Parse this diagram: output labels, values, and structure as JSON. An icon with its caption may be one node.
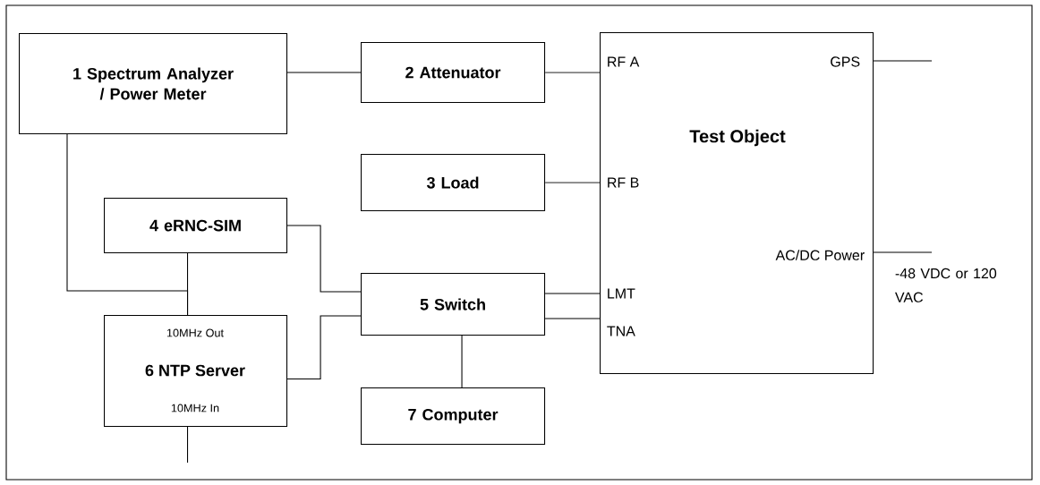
{
  "diagram": {
    "nodes": [
      {
        "text": [
          "1 Spectrum Analyzer / Power Meter"
        ]
      },
      {
        "text": [
          "2 Attenuator"
        ]
      },
      {
        "text": [
          "3 Load"
        ]
      },
      {
        "text": [
          "4 eRNC-SIM"
        ]
      },
      {
        "text": [
          "5 Switch"
        ]
      },
      {
        "text": [
          "10MHz Out",
          "6 NTP Server",
          "10MHz In"
        ]
      },
      {
        "text": [
          "7 Computer"
        ]
      },
      {
        "text": [
          "Test Object",
          "RF A",
          "GPS",
          "RF B",
          "AC/DC Power",
          "LMT",
          "TNA"
        ]
      }
    ],
    "edges": [
      {
        "from": 0,
        "to": 1,
        "arrow": "none"
      },
      {
        "from": 1,
        "to": 7,
        "arrow": "none",
        "color": "#808080"
      },
      {
        "from": 2,
        "to": 7,
        "arrow": "none",
        "color": "#808080"
      },
      {
        "from": 3,
        "to": 4,
        "arrow": "none"
      },
      {
        "from": 5,
        "to": 4,
        "arrow": "none"
      },
      {
        "from": 4,
        "to": 7,
        "arrow": "none"
      },
      {
        "from": 4,
        "to": 7,
        "arrow": "none"
      },
      {
        "from": 4,
        "to": 6,
        "arrow": "none"
      },
      {
        "from": 3,
        "to": 5,
        "arrow": "none"
      },
      {
        "from": 0,
        "to": 5,
        "arrow": "none"
      },
      {
        "from": 7,
        "to": null,
        "arrow": "none"
      },
      {
        "from": 7,
        "to": null,
        "arrow": "none",
        "label": "-48 VDC or 120 VAC"
      },
      {
        "from": 5,
        "to": null,
        "arrow": "none"
      }
    ]
  }
}
